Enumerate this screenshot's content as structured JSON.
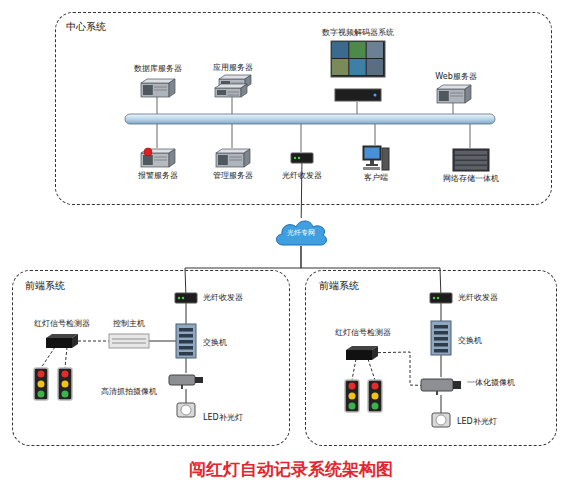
{
  "diagram": {
    "title": "闯红灯自动记录系统架构图",
    "nodes": [
      {
        "text": [
          "中心系统"
        ]
      },
      {
        "text": [
          "数据库服务器"
        ],
        "in": 0
      },
      {
        "text": [
          "应用服务器"
        ],
        "in": 0
      },
      {
        "text": [
          "数字视频解码器系统"
        ],
        "in": 0
      },
      {
        "text": [
          "Web服务器"
        ],
        "in": 0
      },
      {
        "text": [
          "报警服务器"
        ],
        "in": 0
      },
      {
        "text": [
          "管理服务器"
        ],
        "in": 0
      },
      {
        "text": [
          "光纤收发器"
        ],
        "in": 0
      },
      {
        "text": [
          "客户端"
        ],
        "in": 0
      },
      {
        "text": [
          "网络存储一体机"
        ],
        "in": 0
      },
      {
        "text": [
          "光纤专网"
        ]
      },
      {
        "text": [
          "前端系统"
        ]
      },
      {
        "text": [
          "光纤收发器"
        ],
        "in": 11
      },
      {
        "text": [
          "红灯信号检测器"
        ],
        "in": 11
      },
      {
        "text": [
          "控制主机"
        ],
        "in": 11
      },
      {
        "text": [
          "交换机"
        ],
        "in": 11
      },
      {
        "text": [
          "高清抓拍摄像机"
        ],
        "in": 11
      },
      {
        "text": [
          "LED补光灯"
        ],
        "in": 11
      },
      {
        "text": [
          "前端系统"
        ]
      },
      {
        "text": [
          "光纤收发器"
        ],
        "in": 18
      },
      {
        "text": [
          "红灯信号检测器"
        ],
        "in": 18
      },
      {
        "text": [
          "交换机"
        ],
        "in": 18
      },
      {
        "text": [
          "一体化摄像机"
        ],
        "in": 18
      },
      {
        "text": [
          "LED补光灯"
        ],
        "in": 18
      }
    ],
    "edges": [
      {
        "from": 7,
        "to": 10,
        "arrow": "none"
      },
      {
        "from": 10,
        "to": 12,
        "arrow": "none"
      },
      {
        "from": 10,
        "to": 19,
        "arrow": "none"
      },
      {
        "from": 12,
        "to": 15,
        "arrow": "none"
      },
      {
        "from": 13,
        "to": 14,
        "arrow": "none"
      },
      {
        "from": 14,
        "to": 15,
        "arrow": "none"
      },
      {
        "from": 15,
        "to": 16,
        "arrow": "none"
      },
      {
        "from": 16,
        "to": 17,
        "arrow": "none"
      },
      {
        "from": 19,
        "to": 21,
        "arrow": "none"
      },
      {
        "from": 21,
        "to": 22,
        "arrow": "none"
      },
      {
        "from": 20,
        "to": 22,
        "arrow": "none"
      },
      {
        "from": 22,
        "to": 23,
        "arrow": "none"
      }
    ]
  }
}
